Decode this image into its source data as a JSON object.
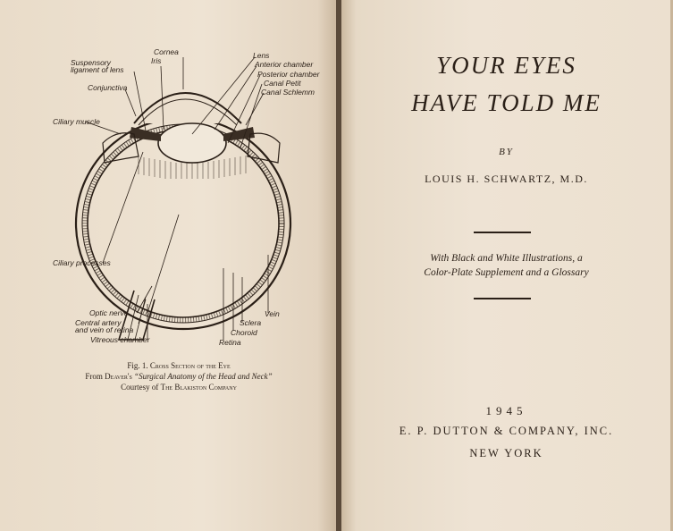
{
  "left_page": {
    "figure_labels": {
      "cornea": "Cornea",
      "iris": "Iris",
      "suspensory_1": "Suspensory",
      "suspensory_2": "ligament of lens",
      "conjunctiva": "Conjunctiva",
      "ciliary_muscle": "Ciliary muscle",
      "lens": "Lens",
      "anterior_chamber": "Anterior chamber",
      "posterior_chamber": "Posterior chamber",
      "canal_petit": "Canal Petit",
      "canal_schlemm": "Canal Schlemm",
      "ciliary_processes": "Ciliary processes",
      "optic_nerve": "Optic nerve",
      "central_artery_1": "Central artery",
      "central_artery_2": "and vein of retina",
      "vitreous_chamber": "Vitreous chamber",
      "retina": "Retina",
      "choroid": "Choroid",
      "sclera": "Sclera",
      "vein": "Vein"
    },
    "caption": {
      "fig_no": "Fig. 1.",
      "fig_title": "Cross Section of the Eye",
      "from_prefix": "From",
      "author_possessive": "Deaver's",
      "book_title": "“Surgical Anatomy of the Head and Neck”",
      "courtesy_prefix": "Courtesy of",
      "publisher": "The Blakiston Company"
    }
  },
  "right_page": {
    "title_line_1": "YOUR EYES",
    "title_line_2": "HAVE TOLD ME",
    "by": "BY",
    "author": "LOUIS H. SCHWARTZ, M.D.",
    "illustrations_line_1": "With Black and White Illustrations, a",
    "illustrations_line_2": "Color-Plate Supplement and a Glossary",
    "year": "1945",
    "publisher": "E. P. DUTTON & COMPANY, INC.",
    "city": "NEW YORK"
  }
}
